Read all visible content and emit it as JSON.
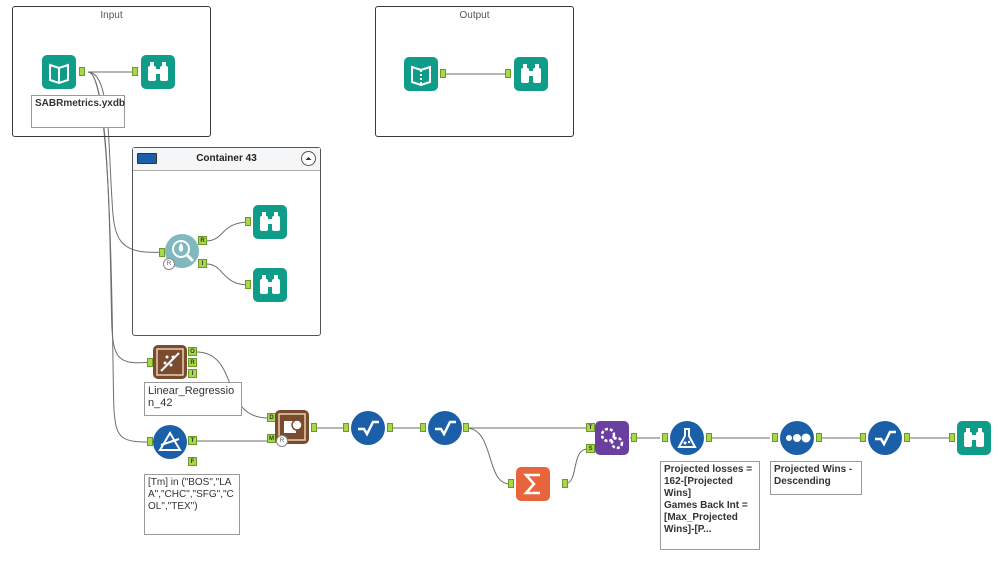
{
  "containers": {
    "input": {
      "title": "Input"
    },
    "output": {
      "title": "Output"
    },
    "container43": {
      "title": "Container 43"
    }
  },
  "notes": {
    "sabr": "SABRmetrics.yxdb",
    "linear": "Linear_Regression_42",
    "filter": "[Tm] in (\"BOS\",\"LAA\",\"CHC\",\"SFG\",\"COL\",\"TEX\")",
    "formula": "Projected losses = 162-[Projected Wins]\nGames Back Int = [Max_Projected Wins]-[P...",
    "sort": "Projected Wins - Descending"
  },
  "anchors": {
    "r": "R",
    "i": "I",
    "o": "O",
    "t": "T",
    "f": "F",
    "d": "D",
    "m": "M",
    "s": "S"
  },
  "colors": {
    "teal": "#0f9d8a",
    "blue": "#1a5fa8",
    "brown": "#7a4b2e",
    "orange": "#e8643c",
    "purple": "#6b3fa0",
    "anchor": "#a8d84a"
  },
  "icons": [
    "input-data-icon",
    "browse-icon",
    "binoculars-icon",
    "regression-icon",
    "filter-icon",
    "join-icon",
    "select-icon",
    "summarize-icon",
    "append-icon",
    "formula-icon",
    "sort-icon"
  ]
}
